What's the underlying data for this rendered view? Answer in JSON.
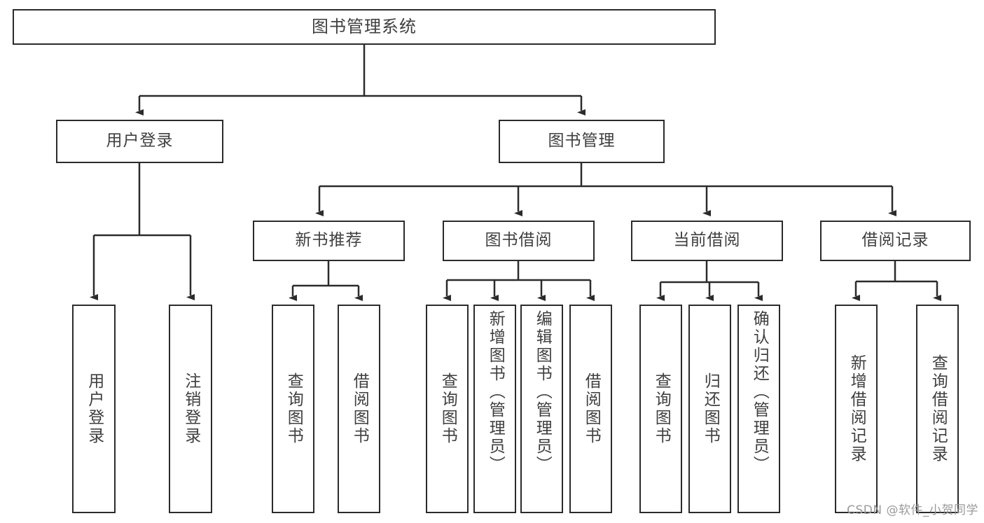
{
  "diagram": {
    "title": "图书管理系统",
    "type": "tree",
    "stroke_color": "#2b2b2b",
    "text_color": "#3f3f3f",
    "background_color": "#ffffff",
    "watermark": "CSDN @软件_小贺同学",
    "nodes": {
      "root": {
        "label": "图书管理系统"
      },
      "level1": [
        {
          "id": "user-login",
          "label": "用户登录"
        },
        {
          "id": "book-manage",
          "label": "图书管理"
        }
      ],
      "level2": [
        {
          "id": "new-book-recommend",
          "label": "新书推荐"
        },
        {
          "id": "book-borrow",
          "label": "图书借阅"
        },
        {
          "id": "current-borrow",
          "label": "当前借阅"
        },
        {
          "id": "borrow-record",
          "label": "借阅记录"
        }
      ],
      "leaves": {
        "user-login": [
          {
            "id": "leaf-user-login",
            "label": "用户登录"
          },
          {
            "id": "leaf-logout-login",
            "label": "注销登录"
          }
        ],
        "new-book-recommend": [
          {
            "id": "leaf-query-book-1",
            "label": "查询图书"
          },
          {
            "id": "leaf-borrow-book-1",
            "label": "借阅图书"
          }
        ],
        "book-borrow": [
          {
            "id": "leaf-query-book-2",
            "label": "查询图书"
          },
          {
            "id": "leaf-add-book-admin",
            "label": "新增图书（管理员）"
          },
          {
            "id": "leaf-edit-book-admin",
            "label": "编辑图书（管理员）"
          },
          {
            "id": "leaf-borrow-book-2",
            "label": "借阅图书"
          }
        ],
        "current-borrow": [
          {
            "id": "leaf-query-book-3",
            "label": "查询图书"
          },
          {
            "id": "leaf-return-book",
            "label": "归还图书"
          },
          {
            "id": "leaf-confirm-return-admin",
            "label": "确认归还（管理员）"
          }
        ],
        "borrow-record": [
          {
            "id": "leaf-add-borrow-record",
            "label": "新增借阅记录"
          },
          {
            "id": "leaf-query-borrow-record",
            "label": "查询借阅记录"
          }
        ]
      }
    }
  }
}
